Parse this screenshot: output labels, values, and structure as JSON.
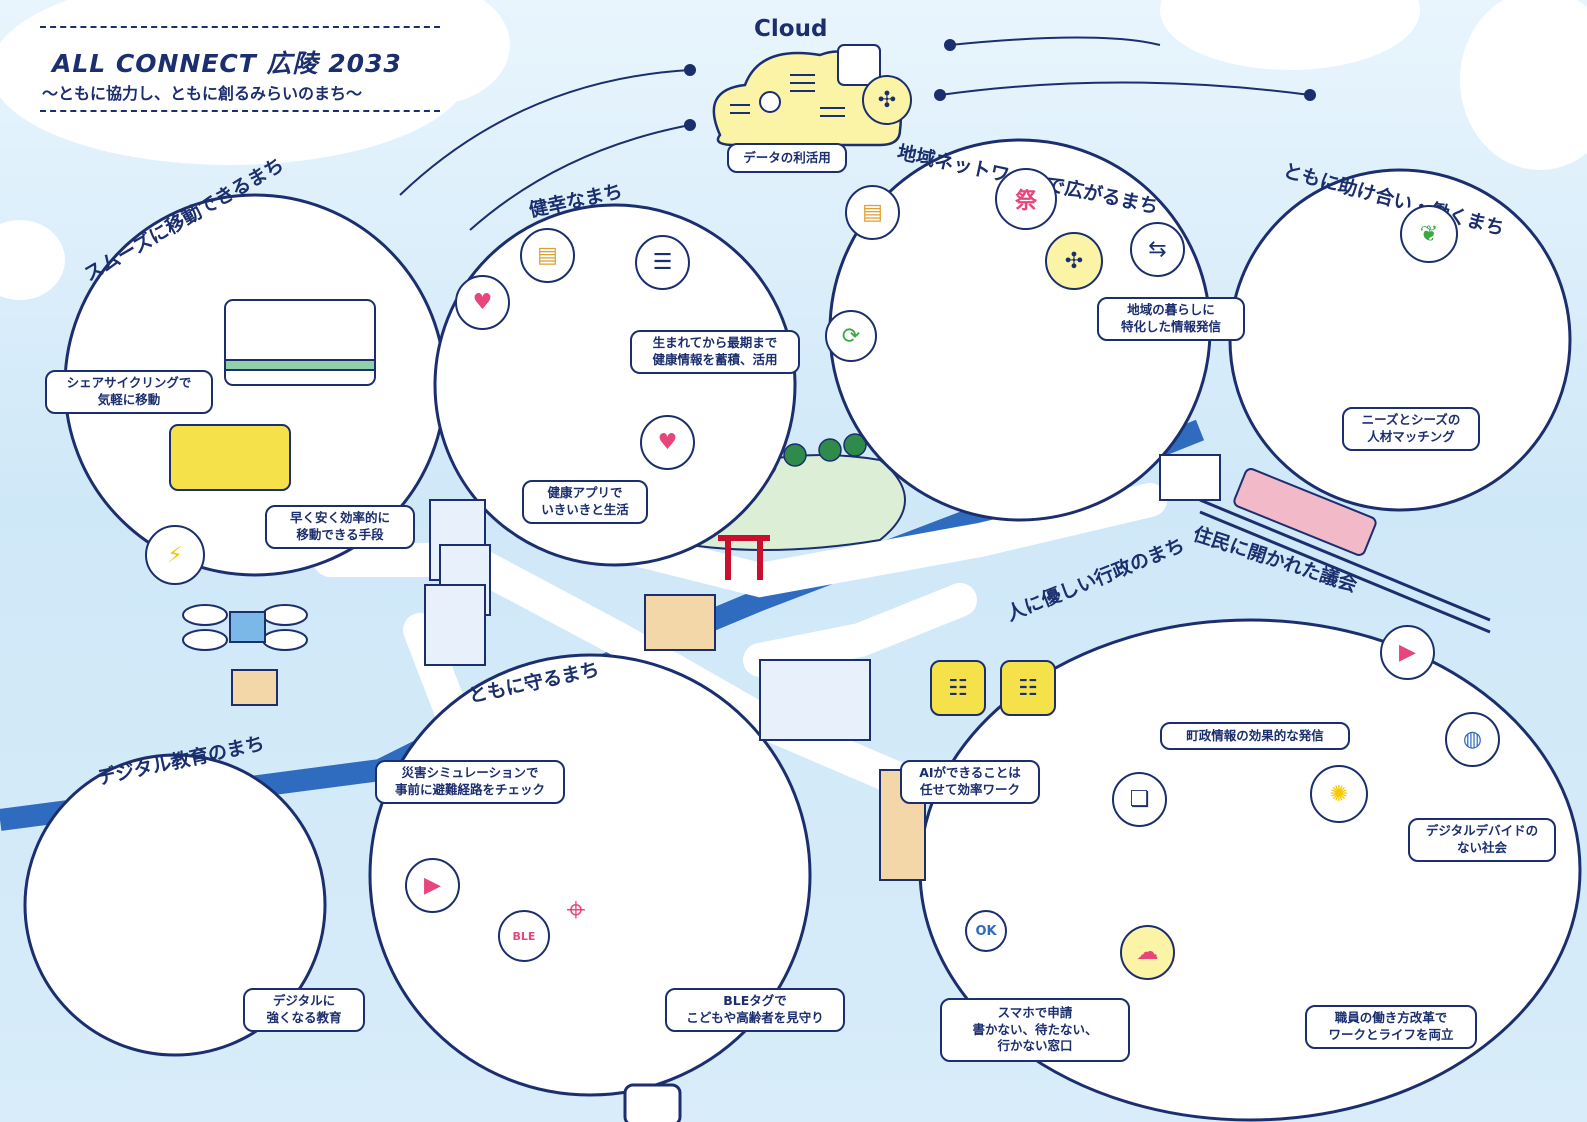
{
  "header": {
    "title": "ALL CONNECT 広陵 2033",
    "subtitle": "～ともに協力し、ともに創るみらいのまち～"
  },
  "cloud": {
    "label": "Cloud",
    "data_caption": "データの利活用"
  },
  "districts": {
    "smooth_mobility": "スムーズに移動できるまち",
    "healthy": "健幸なまち",
    "regional_network": "地域ネットワークで広がるまち",
    "mutual_aid": "ともに助け合い・働くまち",
    "administration": "人に優しい行政のまち",
    "assembly": "住民に開かれた議会",
    "protect_together": "ともに守るまち",
    "digital_education": "デジタル教育のまち"
  },
  "callouts": {
    "share_cycling": "シェアサイクリングで\n気軽に移動",
    "efficient_transport": "早く安く効率的に\n移動できる手段",
    "health_records": "生まれてから最期まで\n健康情報を蓄積、活用",
    "health_app": "健康アプリで\nいきいきと生活",
    "local_info": "地域の暮らしに\n特化した情報発信",
    "talent_matching": "ニーズとシーズの\n人材マッチング",
    "disaster_sim": "災害シミュレーションで\n事前に避難経路をチェック",
    "ble_tag": "BLEタグで\nこどもや高齢者を見守り",
    "digital_edu": "デジタルに\n強くなる教育",
    "ai_work": "AIができることは\n任せて効率ワーク",
    "town_info": "町政情報の効果的な発信",
    "digital_divide": "デジタルデバイドの\nない社会",
    "smartphone_apply": "スマホで申請\n書かない、待たない、\n行かない窓口",
    "work_style": "職員の働き方改革で\nワークとライフを両立"
  },
  "icon_labels": {
    "festival": "祭",
    "ble": "BLE",
    "ok": "OK"
  },
  "colors": {
    "navy": "#1b2e6e",
    "sky": "#d6ebf9",
    "accent_yellow": "#f5e24a",
    "accent_pink": "#e8457a",
    "road": "#ffffff",
    "river": "#2f6cc0"
  },
  "icons": [
    "heart-pulse-icon",
    "database-icon",
    "clipboard-icon",
    "lightning-icon",
    "sync-icon",
    "network-icon",
    "chat-transfer-icon",
    "sprout-icon",
    "video-icon",
    "map-pin-icon",
    "globe-icon",
    "lightbulb-icon",
    "document-icon",
    "upload-cloud-icon",
    "chat-icon"
  ]
}
